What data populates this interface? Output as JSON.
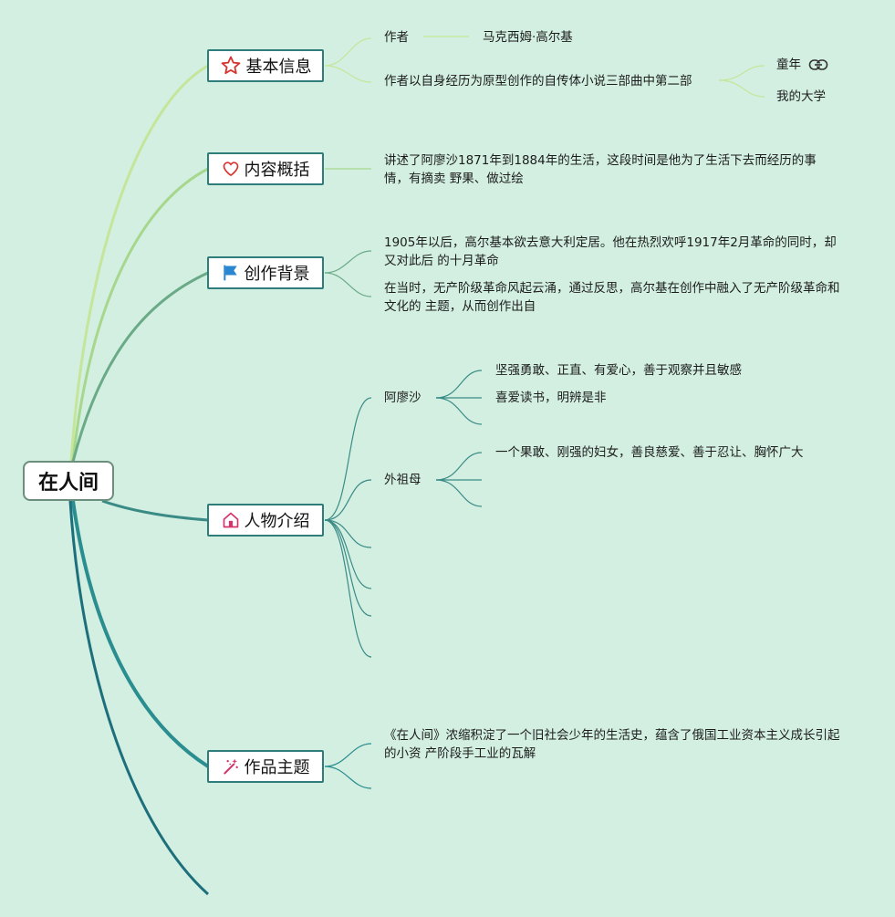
{
  "root": {
    "label": "在人间"
  },
  "topics": {
    "basic_info": {
      "label": "基本信息",
      "icon": "star-icon",
      "icon_color": "#d9332e"
    },
    "summary": {
      "label": "内容概括",
      "icon": "heart-icon",
      "icon_color": "#d9332e"
    },
    "background": {
      "label": "创作背景",
      "icon": "flag-icon",
      "icon_color": "#2a86d1"
    },
    "characters": {
      "label": "人物介绍",
      "icon": "home-icon",
      "icon_color": "#d6336c"
    },
    "theme": {
      "label": "作品主题",
      "icon": "sparkle-icon",
      "icon_color": "#d6336c"
    }
  },
  "basic_info": {
    "author_label": "作者",
    "author_value": "马克西姆·高尔基",
    "trilogy": "作者以自身经历为原型创作的自传体小说三部曲中第二部",
    "trilogy_items": [
      "童年",
      "我的大学"
    ],
    "link_icon": "link-icon"
  },
  "summary": {
    "text": "讲述了阿廖沙1871年到1884年的生活，这段时间是他为了生活下去而经历的事情，有摘卖 野果、做过绘"
  },
  "background": {
    "text1": "1905年以后，高尔基本欲去意大利定居。他在热烈欢呼1917年2月革命的同时，却又对此后 的十月革命",
    "text2": "在当时，无产阶级革命风起云涌，通过反思，高尔基在创作中融入了无产阶级革命和文化的 主题，从而创作出自"
  },
  "characters": {
    "aliosha": {
      "name": "阿廖沙",
      "traits": [
        "坚强勇敢、正直、有爱心，善于观察并且敏感",
        "喜爱读书，明辨是非"
      ]
    },
    "grandma": {
      "name": "外祖母",
      "traits": [
        "一个果敢、刚强的妇女，善良慈爱、善于忍让、胸怀广大"
      ]
    }
  },
  "theme": {
    "text": "《在人间》浓缩积淀了一个旧社会少年的生活史，蕴含了俄国工业资本主义成长引起的小资 产阶段手工业的瓦解"
  },
  "colors": {
    "background": "#d2efe1",
    "branch_basic": "#c5e69a",
    "branch_summary": "#a7d78c",
    "branch_background": "#6aaa86",
    "branch_characters": "#3a8b86",
    "branch_theme": "#2a8d8f",
    "branch_tail": "#1d6f7c"
  }
}
